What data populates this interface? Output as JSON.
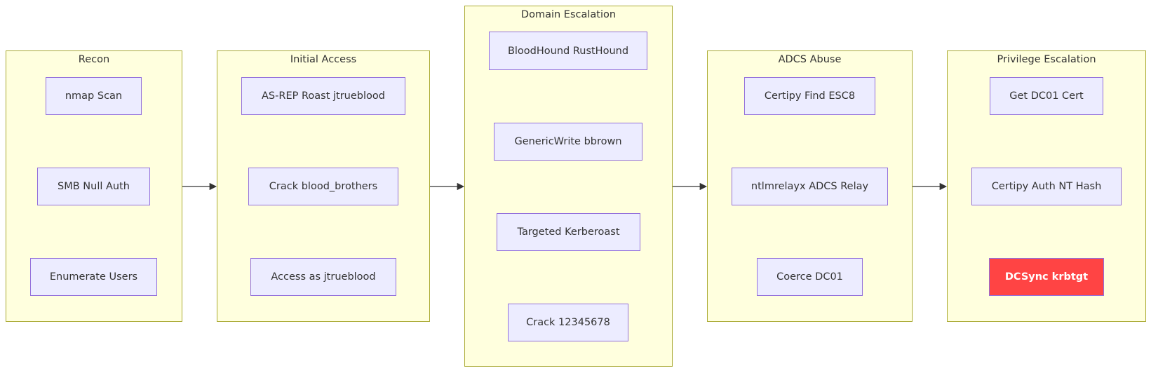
{
  "colors": {
    "cluster_fill": "#ffffde",
    "cluster_border": "#aaaa33",
    "node_fill": "#ececff",
    "node_border": "#9370db",
    "highlight_fill": "#ff4444",
    "edge": "#333333"
  },
  "clusters": {
    "recon": {
      "title": "Recon",
      "nodes": [
        "nmap Scan",
        "SMB Null Auth",
        "Enumerate Users"
      ]
    },
    "initial_access": {
      "title": "Initial Access",
      "nodes": [
        "AS-REP Roast jtrueblood",
        "Crack blood_brothers",
        "Access as jtrueblood"
      ]
    },
    "domain_escalation": {
      "title": "Domain Escalation",
      "nodes": [
        "BloodHound RustHound",
        "GenericWrite bbrown",
        "Targeted Kerberoast",
        "Crack 12345678"
      ]
    },
    "adcs_abuse": {
      "title": "ADCS Abuse",
      "nodes": [
        "Certipy Find ESC8",
        "ntlmrelayx ADCS Relay",
        "Coerce DC01"
      ]
    },
    "privilege_escalation": {
      "title": "Privilege Escalation",
      "nodes": [
        "Get DC01 Cert",
        "Certipy Auth NT Hash",
        "DCSync krbtgt"
      ]
    }
  }
}
